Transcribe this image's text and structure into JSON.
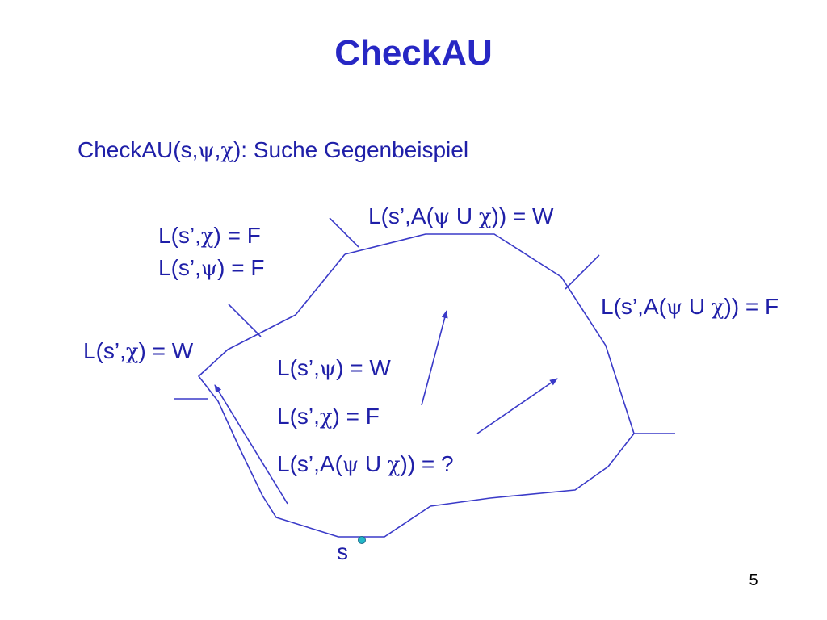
{
  "title": "CheckAU",
  "subtitle": {
    "prefix": "CheckAU(s,",
    "psi": "ψ",
    "comma": ",",
    "chi": "χ",
    "suffix": "): Suche Gegenbeispiel"
  },
  "labels": {
    "top_right": {
      "a": "L(s’,A(",
      "psi": "ψ",
      "mid": " U ",
      "chi": "χ",
      "end": ")) = W"
    },
    "left_1": {
      "a": "L(s’,",
      "sym": "χ",
      "end": ") = F"
    },
    "left_2": {
      "a": "L(s’,",
      "sym": "ψ",
      "end": ") = F"
    },
    "right": {
      "a": "L(s’,A(",
      "psi": "ψ",
      "mid": " U ",
      "chi": "χ",
      "end": ")) = F"
    },
    "far_left": {
      "a": "L(s’,",
      "sym": "χ",
      "end": ") = W"
    },
    "center_1": {
      "a": "L(s’,",
      "sym": "ψ",
      "end": ") = W"
    },
    "center_2": {
      "a": "L(s’,",
      "sym": "χ",
      "end": ") = F"
    },
    "center_3": {
      "a": "L(s’,A(",
      "psi": "ψ",
      "mid": " U ",
      "chi": "χ",
      "end": ")) = ?"
    }
  },
  "state_label": "s",
  "page_number": "5",
  "colors": {
    "text": "#1F1FA8",
    "title": "#2727C4",
    "lines": "#3A3AC8",
    "state_dot": "#22B8C8"
  }
}
